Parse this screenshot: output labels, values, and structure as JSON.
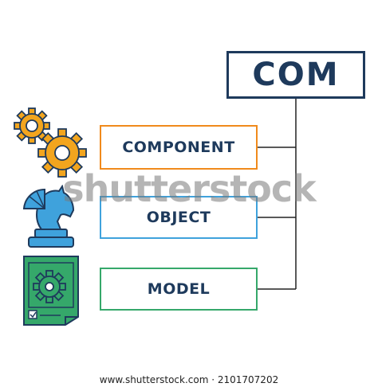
{
  "title": "COM",
  "items": [
    {
      "label": "COMPONENT",
      "color": "#f08a1c",
      "icon": "gears-icon"
    },
    {
      "label": "OBJECT",
      "color": "#3fa2dc",
      "icon": "chess-knight-icon"
    },
    {
      "label": "MODEL",
      "color": "#35a86a",
      "icon": "blueprint-gear-icon"
    }
  ],
  "watermark": "shutterstock",
  "credit": "www.shutterstock.com · 2101707202",
  "colors": {
    "navy": "#1e3a5c",
    "orange": "#f08a1c",
    "blue": "#3fa2dc",
    "green": "#35a86a"
  }
}
